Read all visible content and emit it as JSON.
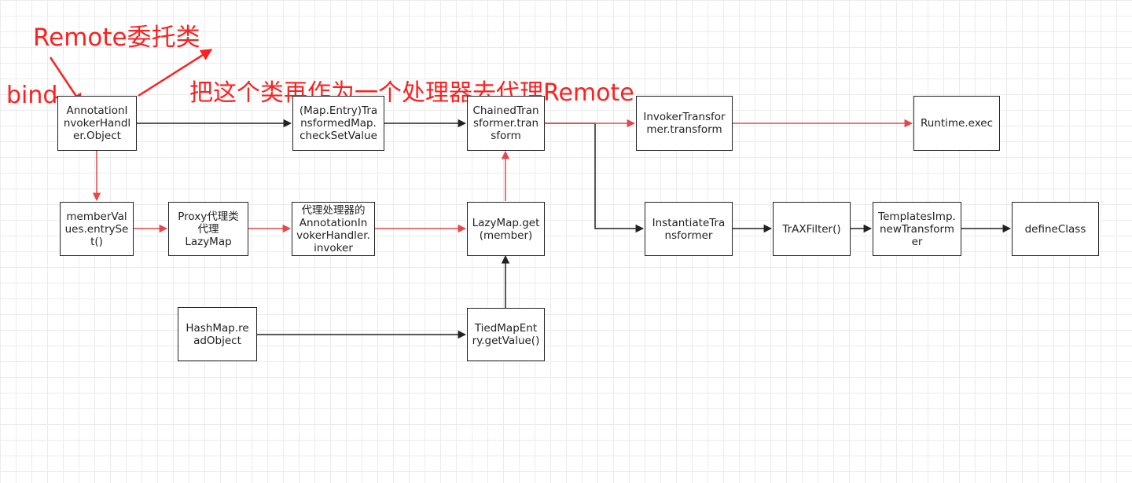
{
  "colors": {
    "black_edge": "#222222",
    "red_edge": "#e5474b",
    "annotation": "#ff1f1f"
  },
  "annotations": {
    "remote_delegate": "Remote委托类",
    "proxy_remote": "把这个类再作为一个处理器去代理Remote",
    "bind": "bind"
  },
  "nodes": {
    "annotation_invoker": "AnnotationI\nnvokerHandl\ner.Object",
    "transformed_map": "(Map.Entry)Tra\nnsformedMap.\ncheckSetValue",
    "chained_transformer": "ChainedTran\nsformer.tran\nsform",
    "invoker_transformer": "InvokerTransfor\nmer.transform",
    "runtime_exec": "Runtime.exec",
    "member_values": "memberVal\nues.entrySe\nt()",
    "proxy_lazymap": "Proxy代理类\n代理\nLazyMap",
    "proxy_handler": "代理处理器的\nAnnotationIn\nvokerHandler.\ninvoker",
    "lazymap_get": "LazyMap.get\n(member)",
    "instantiate_transformer": "InstantiateTra\nnsformer",
    "trax_filter": "TrAXFilter()",
    "templates_impl": "TemplatesImp.\nnewTransform\ner",
    "define_class": "defineClass",
    "hashmap_read": "HashMap.re\nadObject",
    "tied_map_entry": "TiedMapEnt\nry.getValue()"
  }
}
